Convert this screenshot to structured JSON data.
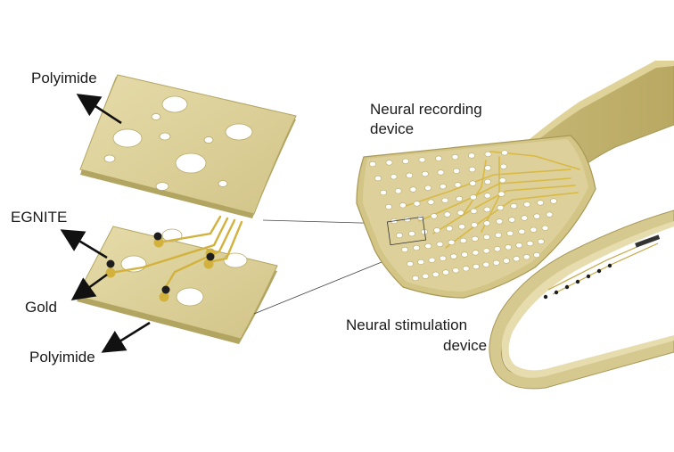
{
  "labels": {
    "polyimide_top": "Polyimide",
    "egnite": "EGNITE",
    "gold": "Gold",
    "polyimide_bottom": "Polyimide",
    "recording_line1": "Neural recording",
    "recording_line2": "device",
    "stimulation_line1": "Neural stimulation",
    "stimulation_line2": "device"
  },
  "colors": {
    "polyimide": "#d8cc95",
    "polyimide_edge": "#b2a561",
    "gold": "#d2b23c",
    "egnite": "#1e1e1e",
    "hole": "#ffffff"
  }
}
